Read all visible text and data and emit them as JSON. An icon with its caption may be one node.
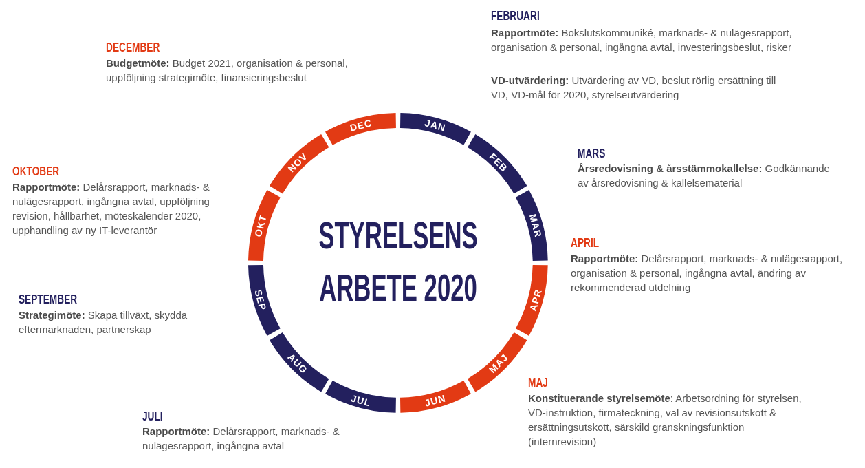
{
  "diagram": {
    "title": "STYRELSENS ARBETE 2020",
    "nodes": [
      {
        "text": [
          "JAN"
        ]
      },
      {
        "text": [
          "FEB"
        ]
      },
      {
        "text": [
          "MAR"
        ]
      },
      {
        "text": [
          "APR"
        ]
      },
      {
        "text": [
          "MAJ"
        ]
      },
      {
        "text": [
          "JUN"
        ]
      },
      {
        "text": [
          "JUL"
        ]
      },
      {
        "text": [
          "AUG"
        ]
      },
      {
        "text": [
          "SEP"
        ]
      },
      {
        "text": [
          "OKT"
        ]
      },
      {
        "text": [
          "NOV"
        ]
      },
      {
        "text": [
          "DEC"
        ]
      }
    ],
    "labels": [
      "FEBRUARI",
      "**Rapportmöte:** Bokslutskommuniké, marknads- & nulägesrapport, organisation & personal, ingångna avtal, investeringsbeslut, risker",
      "**VD-utvärdering:** Utvärdering av VD, beslut rörlig ersättning till VD, VD-mål för 2020, styrelseutvärdering",
      "DECEMBER",
      "**Budgetmöte:** Budget 2021, organisation & personal, uppföljning strategimöte, finansieringsbeslut",
      "MARS",
      "**Årsredovisning & årsstämmokallelse:** Godkännande av årsredovisning & kallelsematerial",
      "OKTOBER",
      "**Rapportmöte:** Delårsrapport, marknads- & nulägesrapport, ingångna avtal, uppföljning revision, hållbarhet, möteskalender 2020, upphandling av ny IT-leverantör",
      "APRIL",
      "**Rapportmöte:** Delårsrapport, marknads- & nulägesrapport, organisation & personal, ingångna avtal, ändring av rekommenderad utdelning",
      "SEPTEMBER",
      "**Strategimöte:** Skapa tillväxt, skydda eftermarknaden, partnerskap",
      "MAJ",
      "**Konstituerande styrelsemöte**: Arbetsordning för styrelsen, VD-instruktion, firmateckning, val av revisionsutskott & ersättningsutskott, särskild granskningsfunktion (internrevision)",
      "JULI",
      "**Rapportmöte:** Delårsrapport, marknads- & nulägesrapport, ingångna avtal"
    ]
  }
}
